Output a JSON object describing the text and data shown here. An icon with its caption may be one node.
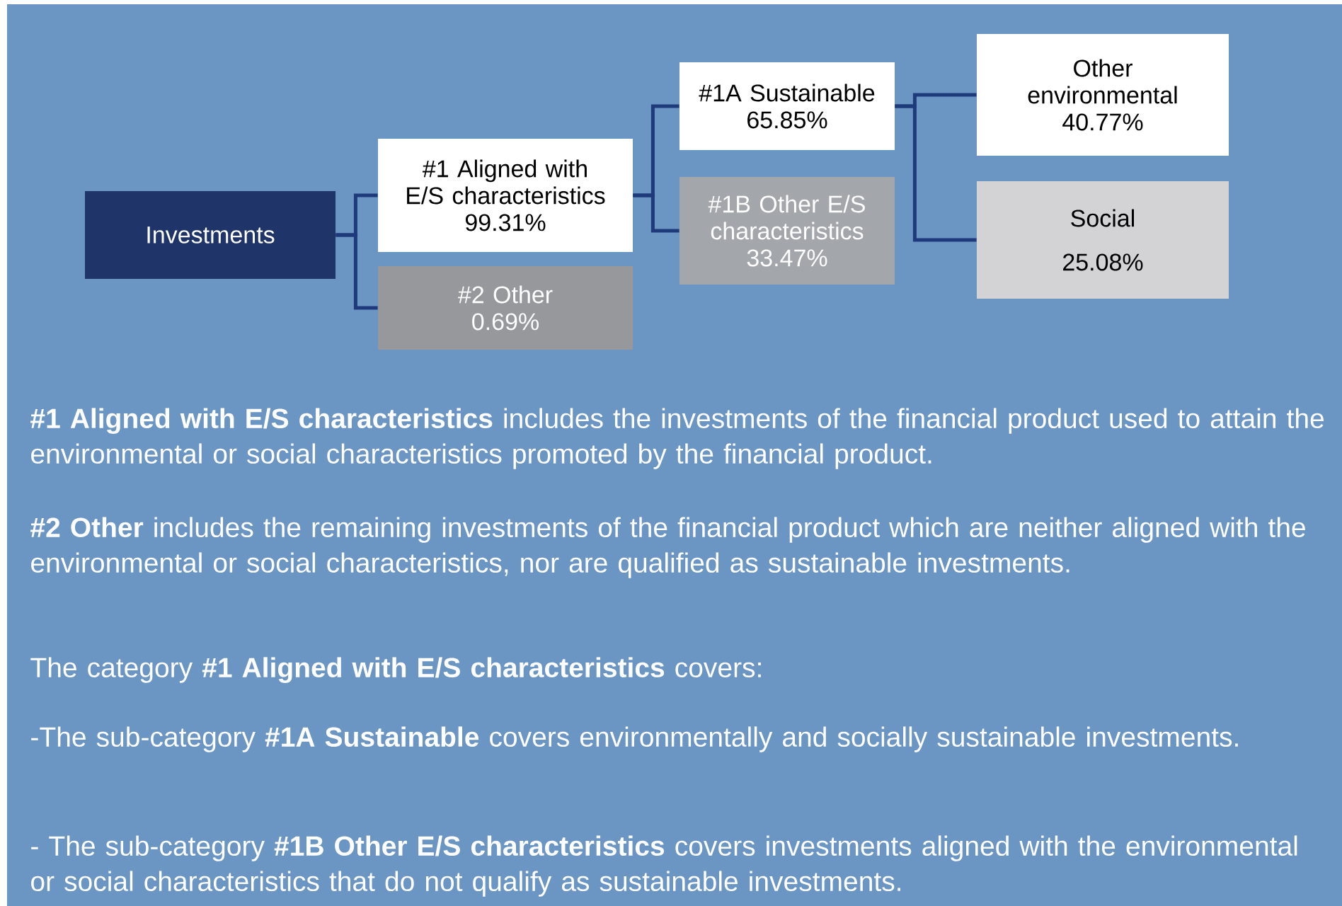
{
  "diagram": {
    "nodes": [
      {
        "text": [
          "Investments"
        ]
      },
      {
        "text": [
          "#1 Aligned with E/S characteristics",
          "99.31%"
        ]
      },
      {
        "text": [
          "#2 Other",
          "0.69%"
        ]
      },
      {
        "text": [
          "#1A Sustainable",
          "65.85%"
        ]
      },
      {
        "text": [
          "#1B Other E/S characteristics",
          "33.47%"
        ]
      },
      {
        "text": [
          "Other environmental",
          "40.77%"
        ]
      },
      {
        "text": [
          "Social",
          "25.08%"
        ]
      }
    ],
    "edges": [
      {
        "from": 0,
        "to": 1,
        "arrow": "none"
      },
      {
        "from": 0,
        "to": 2,
        "arrow": "none"
      },
      {
        "from": 1,
        "to": 3,
        "arrow": "none"
      },
      {
        "from": 1,
        "to": 4,
        "arrow": "none"
      },
      {
        "from": 3,
        "to": 5,
        "arrow": "none"
      },
      {
        "from": 3,
        "to": 6,
        "arrow": "none"
      }
    ],
    "labels": [
      "**#1 Aligned with E/S characteristics** includes the investments of the financial product used to attain the environmental or social characteristics promoted by the financial product.",
      "**#2 Other** includes the remaining investments of the financial product which are neither aligned with the environmental or social characteristics, nor are qualified as sustainable investments.",
      "The category **#1 Aligned with E/S characteristics** covers:",
      "-The sub-category **#1A Sustainable** covers environmentally and socially sustainable investments.",
      "- The sub-category **#1B Other E/S characteristics** covers investments aligned with the environmental or social characteristics that do not qualify as sustainable investments."
    ]
  }
}
